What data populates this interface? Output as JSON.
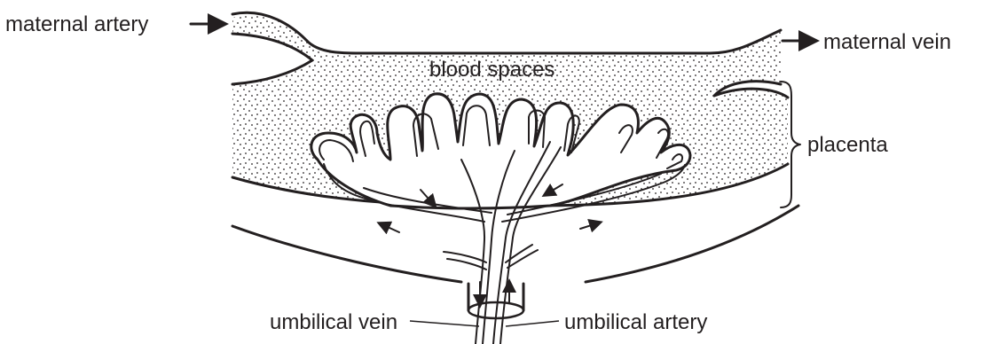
{
  "labels": {
    "maternal_artery": "maternal artery",
    "maternal_vein": "maternal vein",
    "blood_spaces": "blood spaces",
    "placenta": "placenta",
    "umbilical_vein": "umbilical vein",
    "umbilical_artery": "umbilical artery"
  },
  "colors": {
    "ink": "#231f20",
    "background": "#ffffff"
  }
}
